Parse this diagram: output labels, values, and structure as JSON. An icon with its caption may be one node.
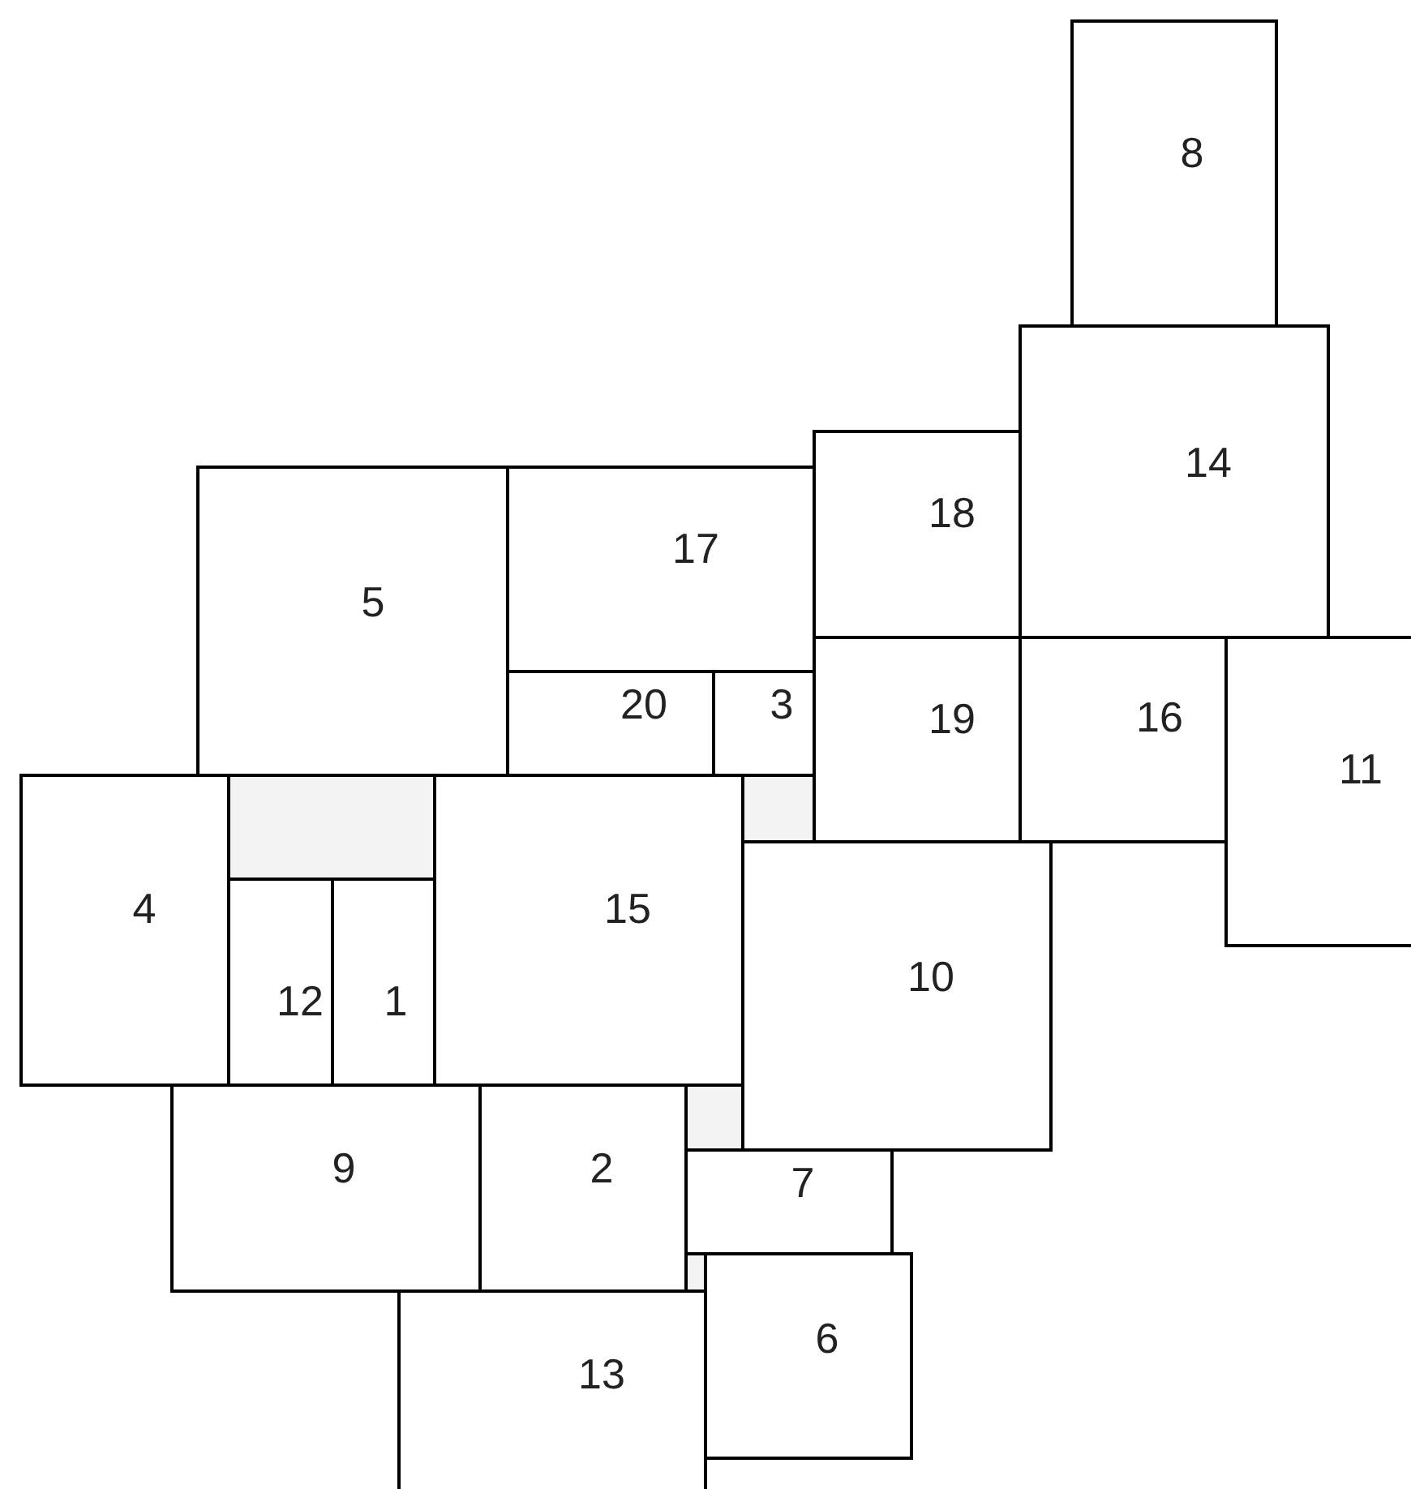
{
  "diagram": {
    "nodes": [
      {
        "text": [
          "8"
        ]
      },
      {
        "text": [
          "14"
        ]
      },
      {
        "text": [
          "18"
        ]
      },
      {
        "text": [
          "17"
        ]
      },
      {
        "text": [
          "5"
        ]
      },
      {
        "text": [
          "20"
        ]
      },
      {
        "text": [
          "3"
        ]
      },
      {
        "text": [
          "19"
        ]
      },
      {
        "text": [
          "16"
        ]
      },
      {
        "text": [
          "11"
        ]
      },
      {
        "text": [
          "4"
        ]
      },
      {
        "text": [],
        "shape": "box"
      },
      {
        "text": [
          "15"
        ]
      },
      {
        "text": [],
        "shape": "box"
      },
      {
        "text": [
          "12"
        ]
      },
      {
        "text": [
          "1"
        ]
      },
      {
        "text": [
          "10"
        ]
      },
      {
        "text": [
          "9"
        ]
      },
      {
        "text": [
          "2"
        ]
      },
      {
        "text": [],
        "shape": "box"
      },
      {
        "text": [
          "7"
        ]
      },
      {
        "text": [],
        "shape": "box"
      },
      {
        "text": [
          "6"
        ]
      },
      {
        "text": [
          "13"
        ]
      }
    ]
  }
}
